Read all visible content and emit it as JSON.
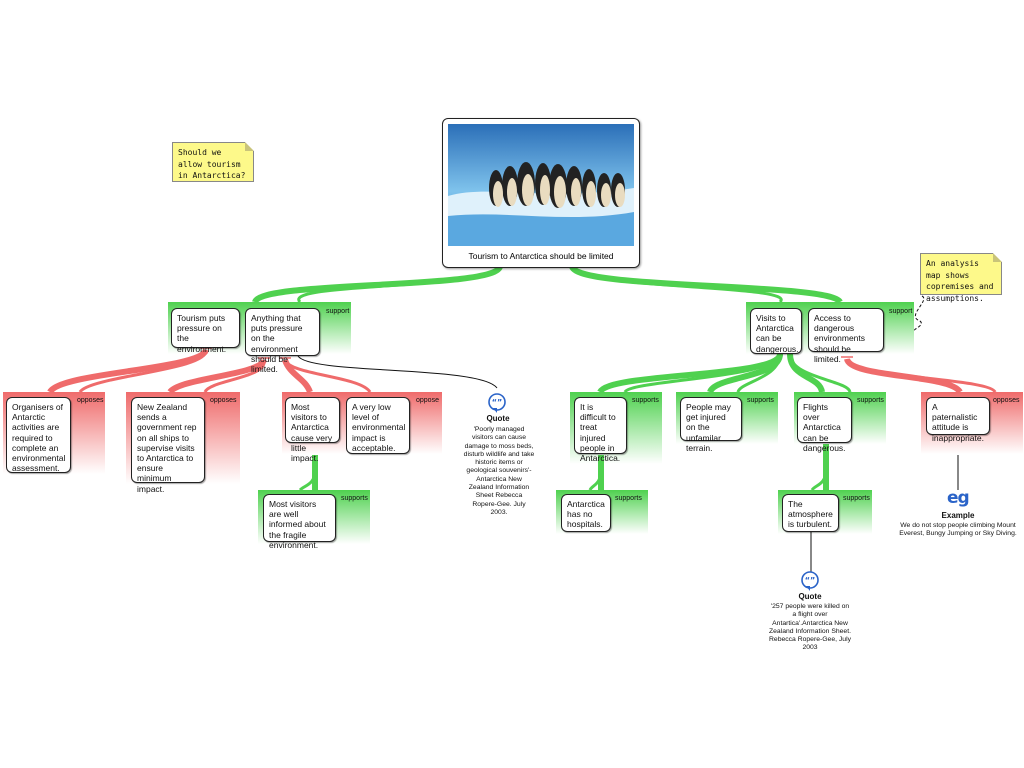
{
  "root": {
    "label": "Tourism to Antarctica should be limited",
    "image": "penguins-on-ice-photo"
  },
  "notes": {
    "question": "Should we allow tourism in Antarctica?",
    "analysis": "An analysis map shows copremises and assumptions."
  },
  "left_reason": {
    "tag": "support",
    "premise_a": "Tourism puts pressure on the environment.",
    "premise_b": "Anything that puts pressure on the environment should be limited."
  },
  "right_reason": {
    "tag": "support",
    "premise_a": "Visits to Antarctica can be dangerous.",
    "premise_b": "Access to dangerous environments should be limited."
  },
  "objections_left": [
    {
      "tag": "opposes",
      "text": "Organisers of Antarctic activities are required to complete an environmental assessment."
    },
    {
      "tag": "opposes",
      "text": "New Zealand sends a government rep on all ships to supervise visits to Antarctica to ensure minimum impact."
    }
  ],
  "objection_pair": {
    "tag": "oppose",
    "premise_a": "Most visitors to Antarctica cause very little impact.",
    "premise_b": "A very low level of environmental impact is acceptable."
  },
  "well_informed": {
    "tag": "supports",
    "text": "Most visitors are well informed about the fragile environment."
  },
  "quote_left": {
    "title": "Quote",
    "text": "'Poorly managed visitors can cause damage to moss beds, disturb wildlife and take historic items or geological souvenirs'-Antarctica New Zealand Information Sheet Rebecca Ropere-Gee. July 2003."
  },
  "right_supports": [
    {
      "tag": "supports",
      "text": "It is difficult to treat injured people in Antarctica."
    },
    {
      "tag": "supports",
      "text": "People may get injured on the unfamilar terrain."
    },
    {
      "tag": "supports",
      "text": "Flights over Antarctica can be dangerous."
    }
  ],
  "hospitals": {
    "tag": "supports",
    "text": "Antarctica has no hospitals."
  },
  "turbulent": {
    "tag": "supports",
    "text": "The atmosphere is turbulent."
  },
  "quote_right": {
    "title": "Quote",
    "text": "'257 people were killed on a flight over Antartica'.Antarctica New Zealand Information Sheet.  Rebecca Ropere-Gee, July 2003"
  },
  "paternalistic": {
    "tag": "opposes",
    "text": "A paternalistic attitude is inappropriate."
  },
  "example": {
    "icon_text": "eg",
    "title": "Example",
    "text": "We do not stop people climbing Mount Everest, Bungy Jumping or Sky Diving."
  },
  "colors": {
    "support": "#4fd14f",
    "oppose": "#ef6b6b",
    "note": "#fdf98a"
  }
}
